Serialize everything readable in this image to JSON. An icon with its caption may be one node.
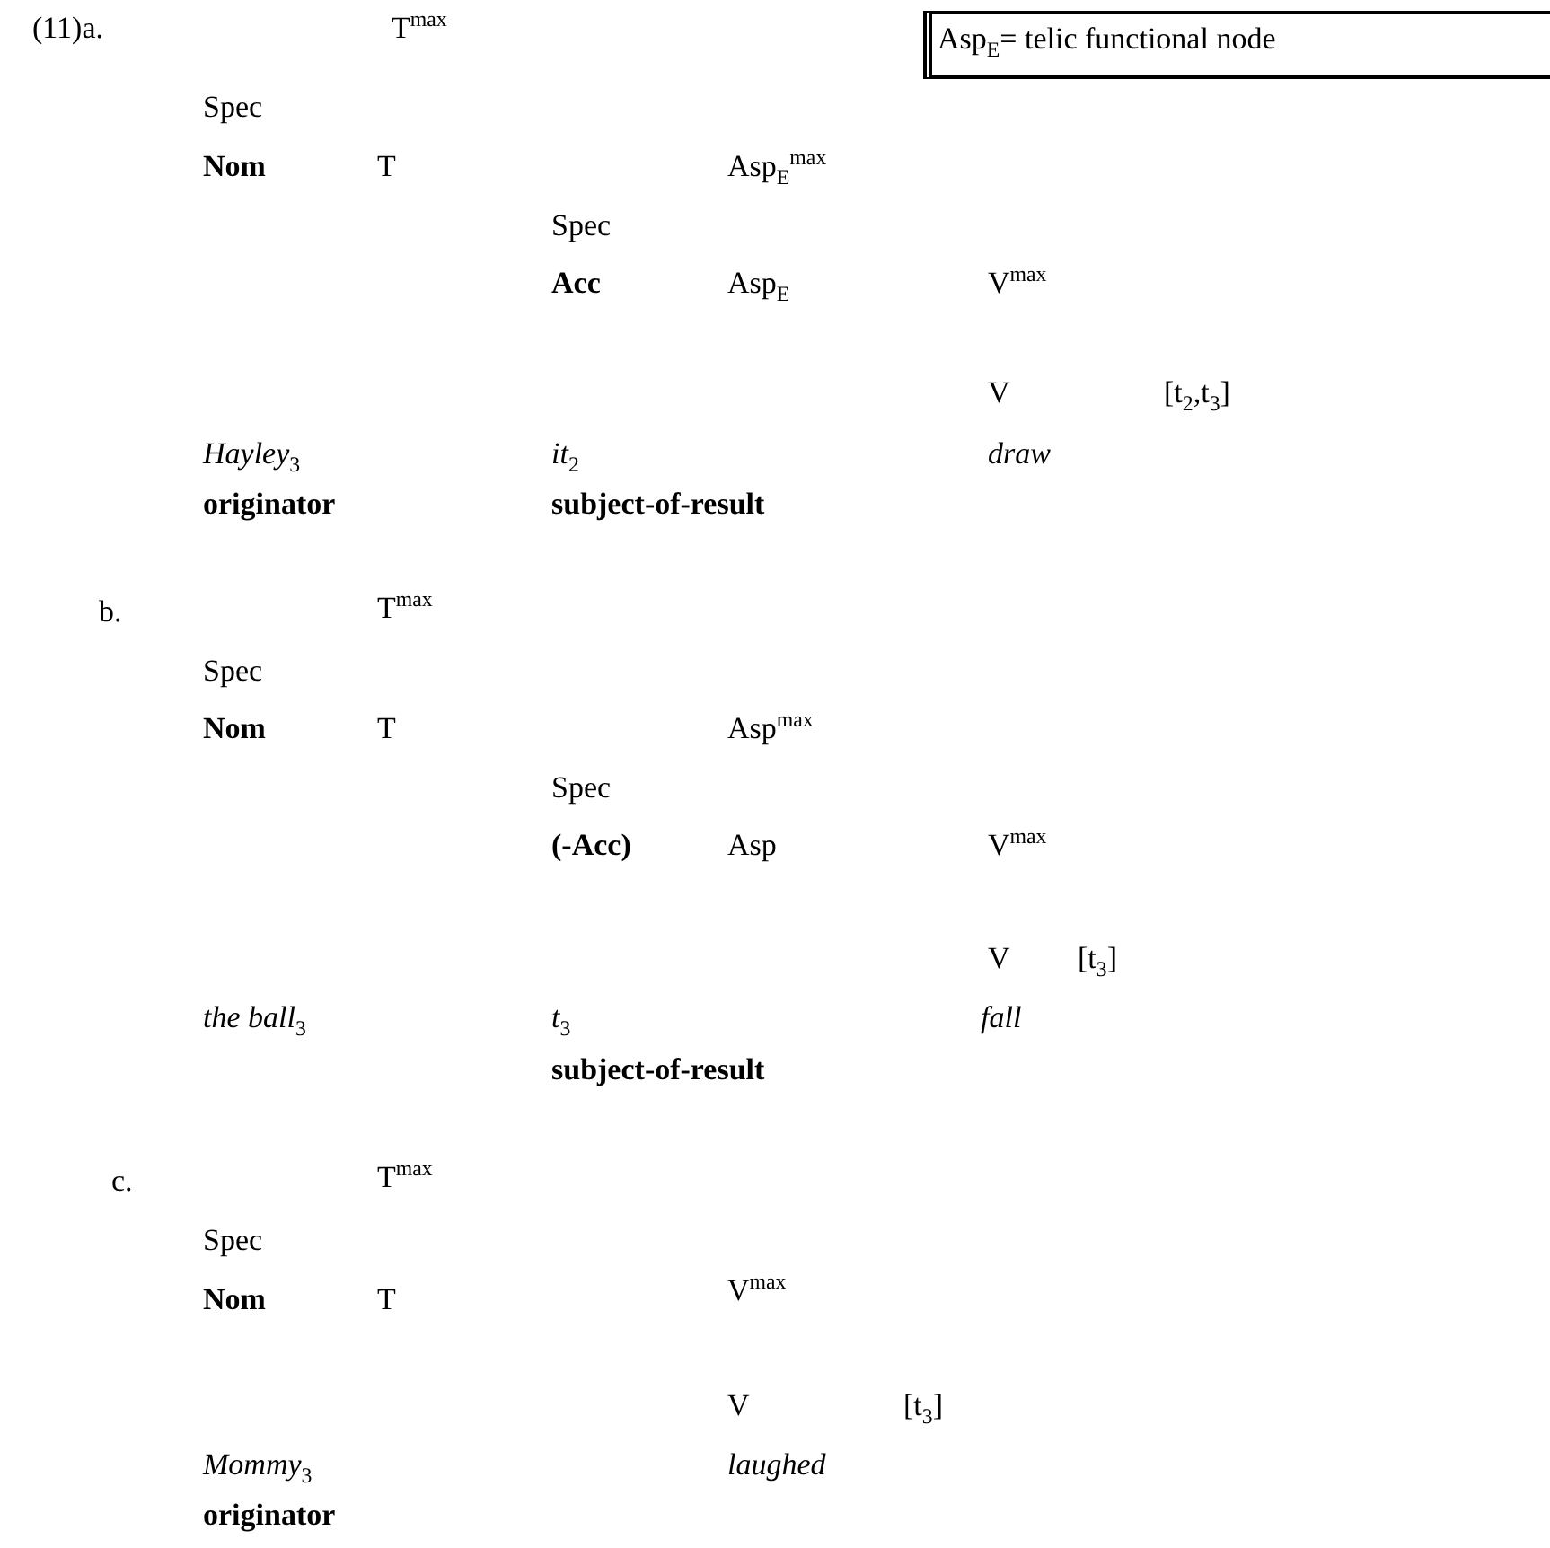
{
  "diagram": {
    "nodes": [
      {
        "text": [
          "Asp$_{E}$= telic functional node"
        ]
      }
    ],
    "labels": [
      "(11)a.",
      "T$^{max}$",
      "Spec",
      "Nom",
      "T",
      "Asp$_{E}$$^{max}$",
      "Spec",
      "Acc",
      "Asp$_{E}$",
      "V$^{max}$",
      "V",
      "[t$_{2}$,t$_{3}$]",
      "*Hayley*$_{3}$",
      "*it*$_{2}$",
      "draw",
      "originator",
      "subject-of-result",
      "b.",
      "T$^{max}$",
      "Spec",
      "Nom",
      "T",
      "Asp$^{max}$",
      "Spec",
      "(-Acc)",
      "Asp",
      "V$^{max}$",
      "V",
      "[t$_{3}$]",
      "*the ball*$_{3}$",
      "*t*$_{3}$",
      "fall",
      "subject-of-result",
      "c.",
      "T$^{max}$",
      "Spec",
      "Nom",
      "T",
      "V$^{max}$",
      "V",
      "[t$_{3}$]",
      "*Mommy*$_{3}$",
      "laughed",
      "originator"
    ]
  }
}
